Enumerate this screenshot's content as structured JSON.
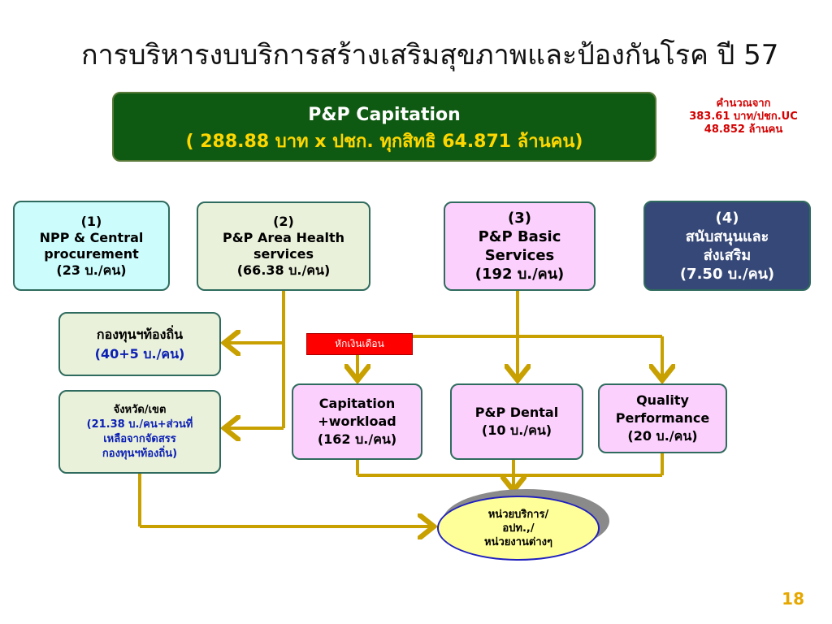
{
  "title": "การบริหารงบบริการสร้างเสริมสุขภาพและป้องกันโรค ปี 57",
  "capitation": {
    "line1": "P&P Capitation",
    "line2": "( 288.88 บาท x ปชก. ทุกสิทธิ 64.871 ล้านคน)"
  },
  "note": {
    "line1": "คำนวณจาก",
    "line2": "383.61 บาท/ปชก.UC",
    "line3": "48.852 ล้านคน"
  },
  "boxes": {
    "b1": {
      "l1": "(1)",
      "l2": "NPP & Central",
      "l3": "procurement",
      "l4": "(23 บ./คน)"
    },
    "b2": {
      "l1": "(2)",
      "l2": "P&P Area Health",
      "l3": "services",
      "l4": "(66.38 บ./คน)"
    },
    "b3": {
      "l1": "(3)",
      "l2": "P&P Basic",
      "l3": "Services",
      "l4": "(192 บ./คน)"
    },
    "b4": {
      "l1": "(4)",
      "l2": "สนับสนุนและ",
      "l3": "ส่งเสริม",
      "l4": "(7.50 บ./คน)"
    }
  },
  "local_fund": {
    "l1": "กองทุนฯท้องถิ่น",
    "l2": "(40+5 บ./คน)"
  },
  "province": {
    "l1": "จังหวัด/เขต",
    "l2": "(21.38 บ./คน+ส่วนที่",
    "l3": "เหลือจากจัดสรร",
    "l4": "กองทุนฯท้องถิ่น)"
  },
  "deduct_label": "หักเงินเดือน",
  "cap_workload": {
    "l1": "Capitation",
    "l2": "+workload",
    "l3": "(162 บ./คน)"
  },
  "dental": {
    "l1": "P&P Dental",
    "l2": "(10 บ./คน)"
  },
  "quality": {
    "l1": "Quality",
    "l2": "Performance",
    "l3": "(20 บ./คน)"
  },
  "service_unit": {
    "l1": "หน่วยบริการ/",
    "l2": "อปท.,/",
    "l3": "หน่วยงานต่างๆ"
  },
  "page_number": "18",
  "colors": {
    "arrow": "#c8a000",
    "capitation_bg": "#0f5a12",
    "note": "#d40000"
  }
}
